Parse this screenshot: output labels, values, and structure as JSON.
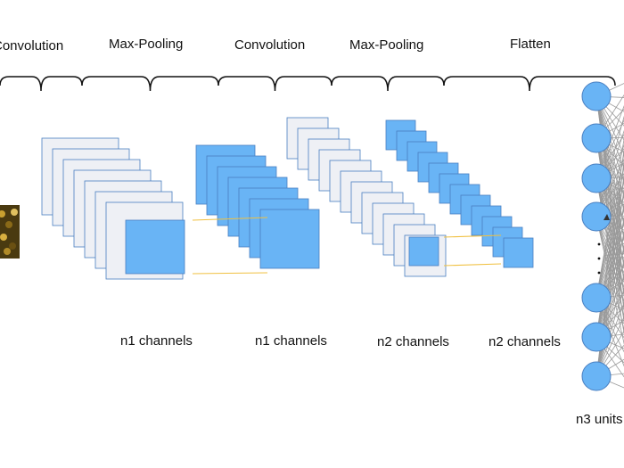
{
  "stages": [
    {
      "label": "Convolution"
    },
    {
      "label": "Max-Pooling"
    },
    {
      "label": "Convolution"
    },
    {
      "label": "Max-Pooling"
    },
    {
      "label": "Flatten"
    }
  ],
  "layers": [
    {
      "label": "n1 channels"
    },
    {
      "label": "n1 channels"
    },
    {
      "label": "n2 channels"
    },
    {
      "label": "n2 channels"
    }
  ],
  "units_label": "n3 units",
  "colors": {
    "map_fill": "#eef0f5",
    "map_stroke": "#4a7fc0",
    "feature_fill": "#69b4f5",
    "link": "#f0c040",
    "edge": "#9a9a9a",
    "neuron": "#69b4f5"
  }
}
